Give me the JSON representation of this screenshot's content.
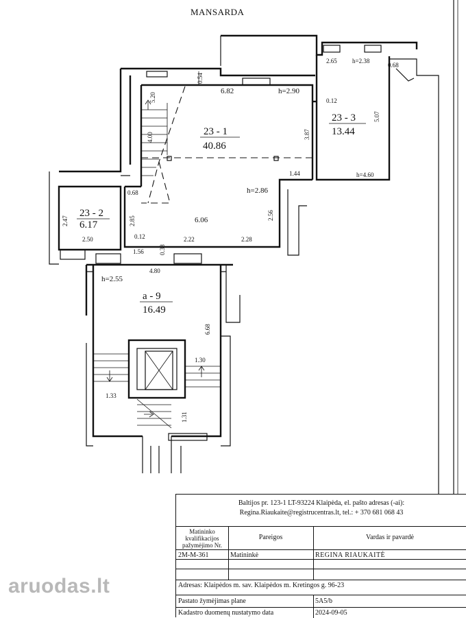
{
  "title": "MANSARDA",
  "rooms": [
    {
      "id": "23 - 1",
      "area": "40.86"
    },
    {
      "id": "23 - 2",
      "area": "6.17"
    },
    {
      "id": "23 - 3",
      "area": "13.44"
    },
    {
      "id": "a - 9",
      "area": "16.49"
    }
  ],
  "dimensions": {
    "d_654": "0.54",
    "d_520": "5.20",
    "d_682": "6.82",
    "h_290": "h=2.90",
    "d_265": "2.65",
    "h_238": "h=2.38",
    "d_068a": "0.68",
    "d_012a": "0.12",
    "d_507": "5.07",
    "d_387": "3.87",
    "d_400": "4.00",
    "d_144": "1.44",
    "h_460": "h=4.60",
    "d_068b": "0.68",
    "h_286": "h=2.86",
    "d_247": "2.47",
    "d_285": "2.85",
    "d_606": "6.06",
    "d_256": "2.56",
    "d_250": "2.50",
    "d_012b": "0.12",
    "d_222": "2.22",
    "d_228": "2.28",
    "d_156": "1.56",
    "d_038": "0.38",
    "d_480": "4.80",
    "h_255": "h=2.55",
    "d_668": "6.68",
    "d_130": "1.30",
    "d_133": "1.33",
    "d_131": "1.31"
  },
  "title_block": {
    "address_line1": "Baltijos pr. 123-1 LT-93224 Klaipėda, el. pašto adresas (-ai):",
    "address_line2": "Regina.Riaukaite@registrucentras.lt, tel.: + 370 681 068 43",
    "col1_header": "Matininko kvalifikacijos pažymėjimo Nr.",
    "col2_header": "Pareigos",
    "col3_header": "Vardas ir pavardė",
    "cert_no": "2M-M-361",
    "position": "Matininkė",
    "name": "REGINA RIAUKAITĖ",
    "adresas": "Adresas: Klaipėdos m. sav. Klaipėdos m. Kretingos g. 96-23",
    "plan_label": "Pastato žymėjimas plane",
    "plan_value": "5A5/b",
    "date_label": "Kadastro duomenų nustatymo data",
    "date_value": "2024-09-05"
  },
  "watermark": "aruodas.lt"
}
